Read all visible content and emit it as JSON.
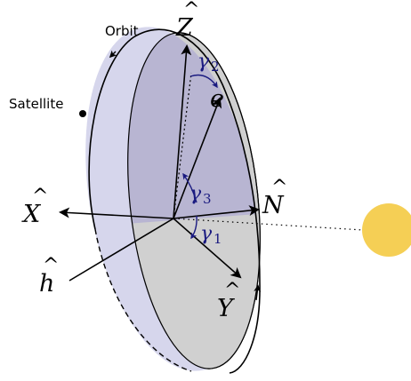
{
  "labels": {
    "orbit": "Orbit",
    "satellite": "Satellite",
    "z_axis": "Z",
    "x_axis": "X",
    "y_axis": "Y",
    "n_axis": "N",
    "h_axis": "h",
    "e_vector": "e",
    "gamma": "γ",
    "gamma1_sub": "1",
    "gamma2_sub": "2",
    "gamma3_sub": "3",
    "hat": "^"
  },
  "colors": {
    "orbit_plane_fill": "#d2d2ea",
    "orbit_plane_overlap": "#b8b5d2",
    "gray_plane_fill": "#d0d0d0",
    "sun_fill": "#f5cf55",
    "angle_color": "#1a1a80",
    "line_color": "#000000"
  }
}
